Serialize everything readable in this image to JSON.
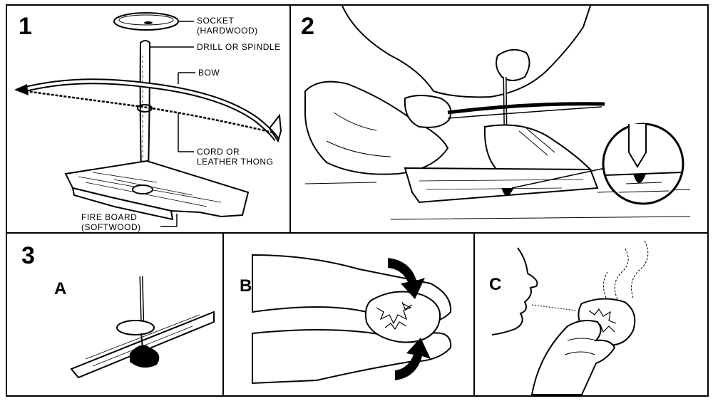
{
  "panel1": {
    "number": "1",
    "labels": {
      "socket": "SOCKET\n(HARDWOOD)",
      "drill": "DRILL OR SPINDLE",
      "bow": "BOW",
      "cord": "CORD OR\nLEATHER THONG",
      "fireboard": "FIRE BOARD\n(SOFTWOOD)"
    }
  },
  "panel2": {
    "number": "2"
  },
  "panel3": {
    "number": "3",
    "steps": {
      "a": "A",
      "b": "B",
      "c": "C"
    }
  }
}
